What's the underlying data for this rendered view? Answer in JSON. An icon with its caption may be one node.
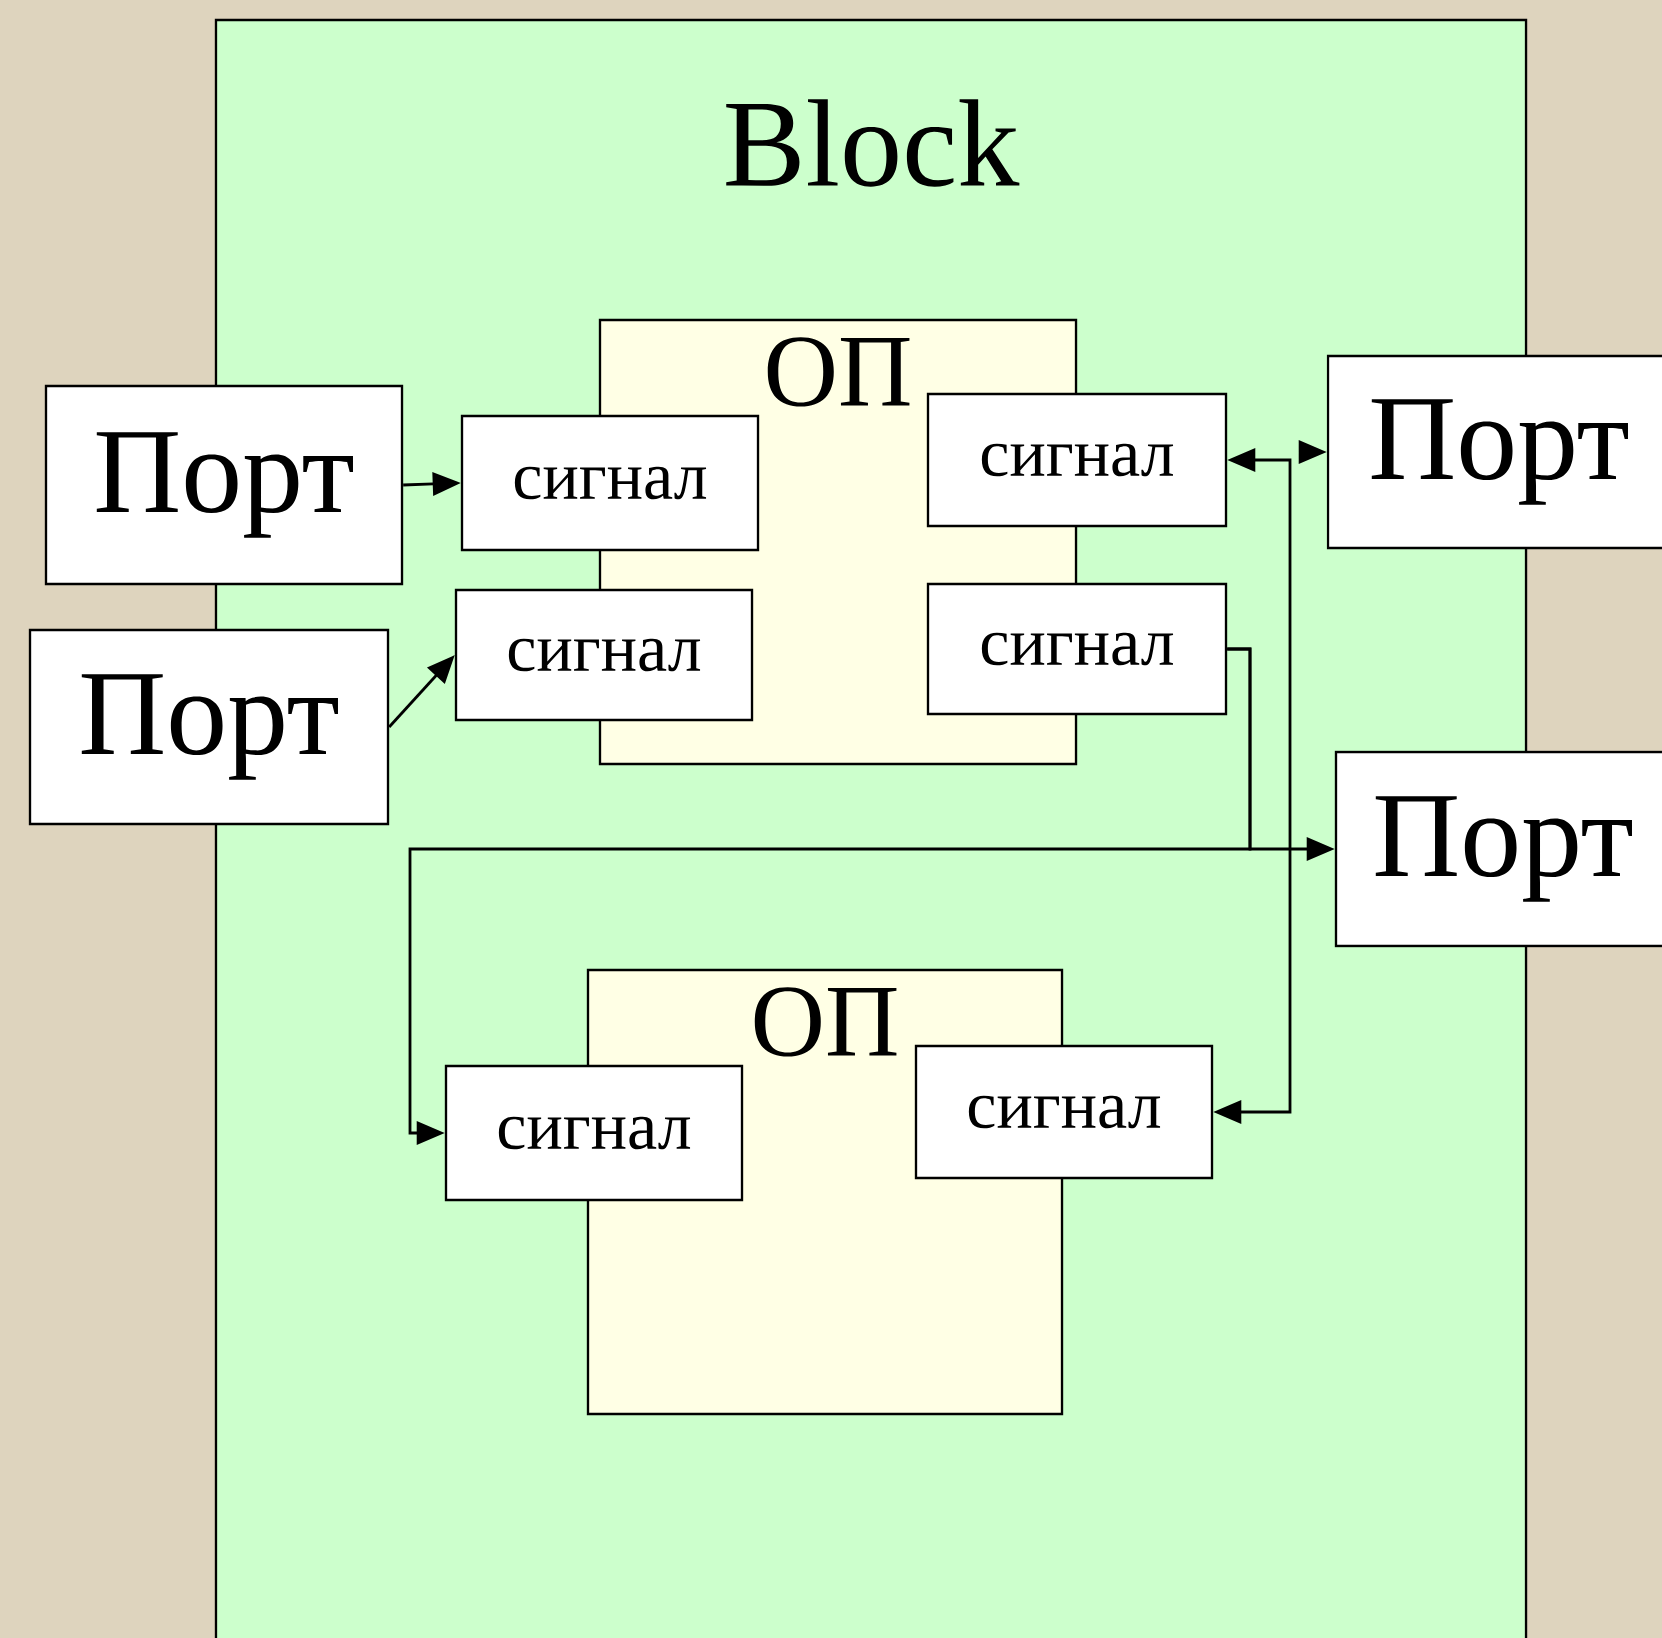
{
  "diagram": {
    "nodes": [
      {
        "text": [
          "Block"
        ]
      },
      {
        "text": [
          "ОП"
        ],
        "in": 0
      },
      {
        "text": [
          "сигнал"
        ],
        "in": 0
      },
      {
        "text": [
          "сигнал"
        ],
        "in": 0
      },
      {
        "text": [
          "сигнал"
        ],
        "in": 0
      },
      {
        "text": [
          "сигнал"
        ],
        "in": 0
      },
      {
        "text": [
          "ОП"
        ],
        "in": 0
      },
      {
        "text": [
          "сигнал"
        ],
        "in": 0
      },
      {
        "text": [
          "сигнал"
        ],
        "in": 0
      },
      {
        "text": [
          "Порт"
        ]
      },
      {
        "text": [
          "Порт"
        ]
      },
      {
        "text": [
          "Порт"
        ]
      },
      {
        "text": [
          "Порт"
        ]
      }
    ],
    "edges": [
      {
        "from": 9,
        "to": 2,
        "arrow": "to"
      },
      {
        "from": 10,
        "to": 3,
        "arrow": "to"
      },
      {
        "from": 4,
        "to": 8,
        "arrow": "both"
      },
      {
        "from": null,
        "to": 11,
        "arrow": "to"
      },
      {
        "from": 5,
        "to": 12,
        "arrow": "to"
      },
      {
        "from": 5,
        "to": 7,
        "arrow": "to"
      }
    ]
  }
}
